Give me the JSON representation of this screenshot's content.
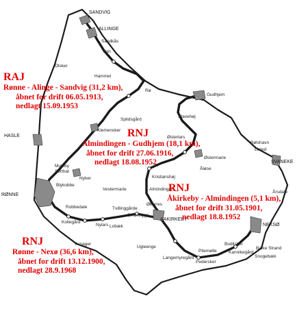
{
  "colors": {
    "rail": "#1a1a1a",
    "coast": "#1a1a1a",
    "annotation": "#e00000",
    "town": "#555555"
  },
  "places": {
    "sandvig": "SANDVIG",
    "allinge": "ALLINGE",
    "sandkaas": "Sandkås",
    "tein": "Tein",
    "olsker": "Olsker",
    "hammel": "Hammel",
    "ro": "Rø",
    "gudhjem": "Gudhjem",
    "hasle": "HASLE",
    "splidsgaard": "Splidsgård",
    "klemensker": "Klemensker",
    "stavehoj": "Stavehøj",
    "osterlars": "Østerlars",
    "ostermarie": "Østermarie",
    "bolshavn": "Bølshavn",
    "listed": "Listed",
    "svaneke": "SVANEKE",
    "mulebý": "Muleby",
    "sorthat": "Sorthat",
    "nyker": "Nyker",
    "blykobbe": "Blykobbe",
    "vestermarie": "Vestermarie",
    "kristianshoj": "Kristianshøj",
    "almindingen": "Almindingen",
    "alose": "Åløse",
    "arsdale": "Årsdale",
    "ronne": "RØNNE",
    "robbedale": "Robbedale",
    "tvillinggaarde": "Tvillinggårde",
    "smorelyge": "Smørelyge",
    "lobaek": "Lobæk",
    "aakirkeby": "AAKIRKEBY",
    "okkerres": "Økerres",
    "nexo": "NEKSØ",
    "kollegaard": "Kollegård",
    "nylars": "Nylars",
    "arnager": "Arnager",
    "ugleenge": "Ugleenge",
    "langemyregaard": "Langemyregård",
    "pilemolle": "Pilemølle",
    "bodilsker": "Bodilsker",
    "kannikegaard": "Kannikegård",
    "balke": "Balke Strand",
    "pedersker": "Pedersker",
    "snogebaek": "Snogebæk"
  },
  "annotations": {
    "raj": {
      "code": "RAJ",
      "route": "Rønne - Alinge - Sandvig (31,2 km),",
      "opened": "åbnet for drift 06.05.1913,",
      "closed": "nedlagt 15.09.1953"
    },
    "rnj_gudhjem": {
      "code": "RNJ",
      "route": "Almindingen - Gudhjem (18,1 km),",
      "opened": "åbnet for drift 27.06.1916,",
      "closed": "nedlagt 18.08.1952"
    },
    "rnj_aakirkeby": {
      "code": "RNJ",
      "route": "Åkirkeby - Almindingen (5,1 km),",
      "opened": "åbnet for drift 31.05.1901,",
      "closed": "nedlagt 18.8.1952"
    },
    "rnj_nexo": {
      "code": "RNJ",
      "route": "Rønne - Nexø  (36,6 km),",
      "opened": "åbnet for drift 13.12.1900,",
      "closed": "nedlagt 28.9.1968"
    }
  }
}
